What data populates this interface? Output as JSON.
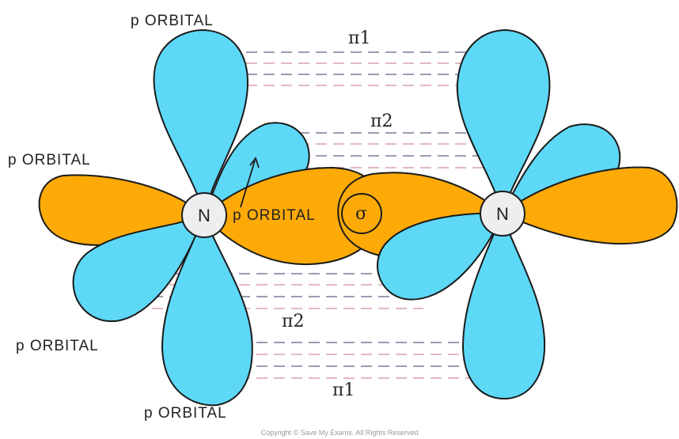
{
  "labels": {
    "p_orbital_top": "p ORBITAL",
    "p_orbital_left": "p ORBITAL",
    "p_orbital_center": "p ORBITAL",
    "p_orbital_lower_left": "p ORBITAL",
    "p_orbital_bottom": "p ORBITAL",
    "pi1_top": "π1",
    "pi2_top": "π2",
    "pi2_bottom": "π2",
    "pi1_bottom": "π1",
    "sigma": "σ",
    "nitrogen_left": "N",
    "nitrogen_right": "N"
  },
  "footer": {
    "copyright": "Copyright © Save My Exams. All Rights Reserved"
  },
  "colors": {
    "p_orbital_blue": "#5dd8f7",
    "sigma_orange": "#fdaa07",
    "atom_fill": "#eeeeee",
    "dash_grey": "#7a7a9a",
    "dash_pink": "#d8a0b0"
  }
}
